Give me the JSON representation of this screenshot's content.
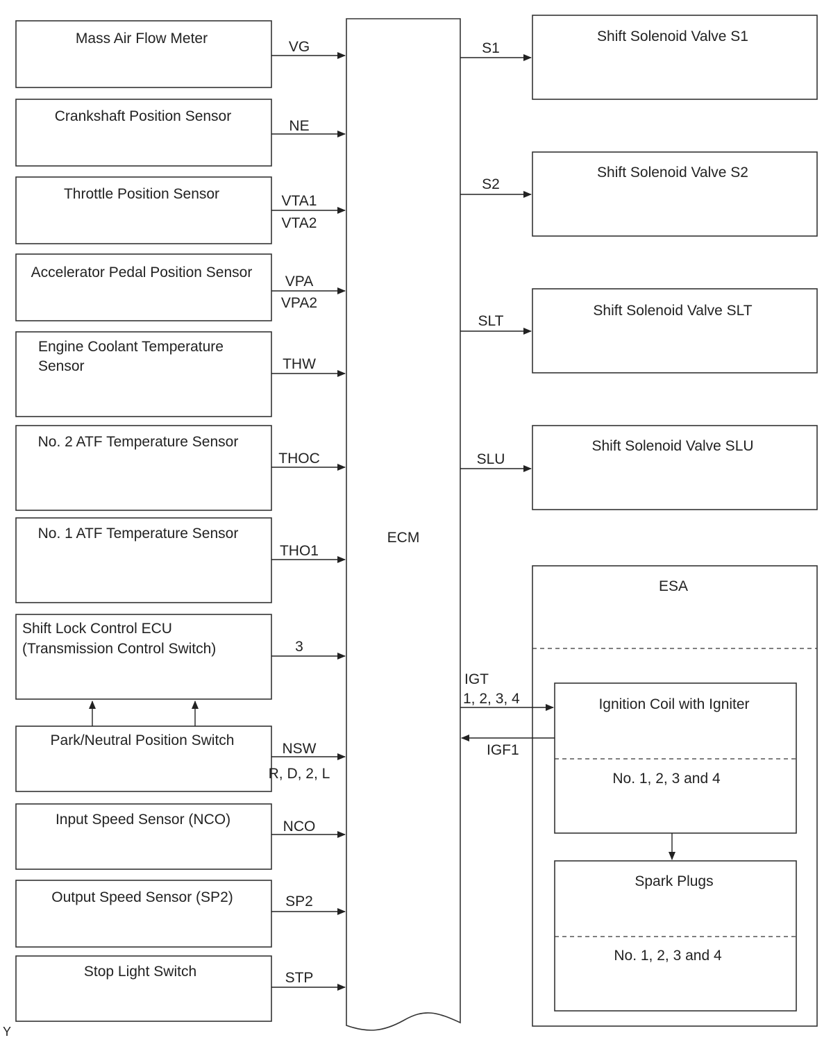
{
  "inputs": [
    {
      "label_lines": [
        "Mass Air Flow Meter"
      ],
      "signal_lines": [
        "VG"
      ]
    },
    {
      "label_lines": [
        "Crankshaft Position Sensor"
      ],
      "signal_lines": [
        "NE"
      ]
    },
    {
      "label_lines": [
        "Throttle Position Sensor"
      ],
      "signal_lines": [
        "VTA1",
        "VTA2"
      ]
    },
    {
      "label_lines": [
        "Accelerator Pedal Position Sensor"
      ],
      "signal_lines": [
        "VPA",
        "VPA2"
      ]
    },
    {
      "label_lines": [
        "Engine Coolant Temperature",
        "Sensor"
      ],
      "signal_lines": [
        "THW"
      ]
    },
    {
      "label_lines": [
        "No. 2 ATF Temperature Sensor"
      ],
      "signal_lines": [
        "THOC"
      ]
    },
    {
      "label_lines": [
        "No. 1 ATF Temperature Sensor"
      ],
      "signal_lines": [
        "THO1"
      ]
    },
    {
      "label_lines": [
        "Shift Lock Control ECU",
        "(Transmission Control Switch)"
      ],
      "signal_lines": [
        "3"
      ]
    },
    {
      "label_lines": [
        "Park/Neutral Position Switch"
      ],
      "signal_lines": [
        "NSW",
        "R, D, 2, L"
      ]
    },
    {
      "label_lines": [
        "Input Speed Sensor (NCO)"
      ],
      "signal_lines": [
        "NCO"
      ]
    },
    {
      "label_lines": [
        "Output Speed Sensor (SP2)"
      ],
      "signal_lines": [
        "SP2"
      ]
    },
    {
      "label_lines": [
        "Stop Light Switch"
      ],
      "signal_lines": [
        "STP"
      ]
    }
  ],
  "ecm": {
    "label": "ECM"
  },
  "outputs": [
    {
      "label": "Shift Solenoid Valve S1",
      "signal": "S1"
    },
    {
      "label": "Shift Solenoid Valve S2",
      "signal": "S2"
    },
    {
      "label": "Shift Solenoid Valve SLT",
      "signal": "SLT"
    },
    {
      "label": "Shift Solenoid Valve SLU",
      "signal": "SLU"
    }
  ],
  "esa": {
    "title": "ESA",
    "igt_lines": [
      "IGT",
      "1, 2, 3, 4"
    ],
    "igf": "IGF1",
    "ignition": {
      "label": "Ignition Coil with Igniter",
      "sub": "No. 1, 2, 3 and 4"
    },
    "spark": {
      "label": "Spark Plugs",
      "sub": "No. 1, 2, 3 and 4"
    }
  },
  "corner_mark": "Y"
}
